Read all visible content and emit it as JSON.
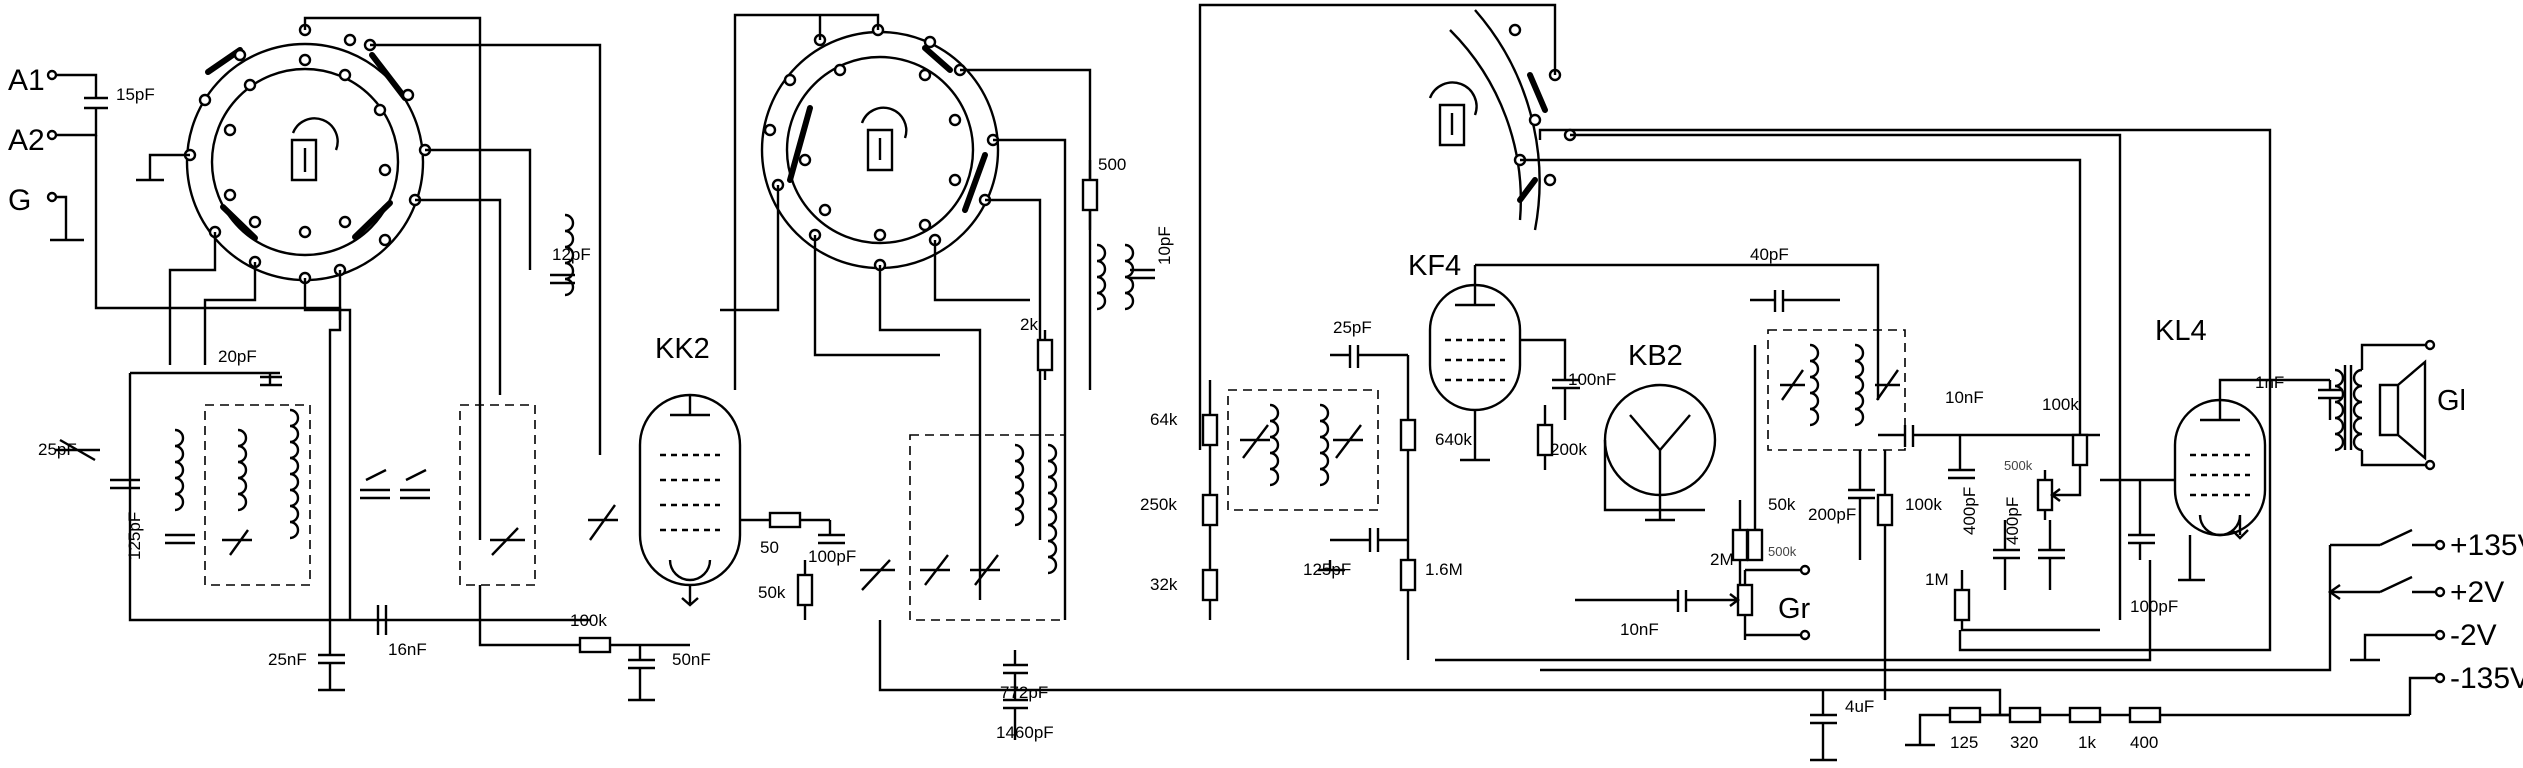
{
  "terminals": {
    "a1": "A1",
    "a2": "A2",
    "g": "G",
    "gr": "Gr",
    "gl": "Gl",
    "p135": "+135V",
    "p2": "+2V",
    "m2": "-2V",
    "m135": "-135V"
  },
  "tubes": {
    "kk2": "KK2",
    "kf4": "KF4",
    "kb2": "KB2",
    "kl4": "KL4"
  },
  "components": {
    "c_15pF": "15pF",
    "c_12pF": "12pF",
    "c_20pF": "20pF",
    "c_25pF_a": "25pF",
    "c_125pF_a": "125pF",
    "c_25nF": "25nF",
    "c_16nF": "16nF",
    "r_100k_a": "100k",
    "c_50nF": "50nF",
    "r_50": "50",
    "c_100pF_a": "100pF",
    "r_50k_a": "50k",
    "r_500": "500",
    "c_10pF": "10pF",
    "r_2k": "2k",
    "c_772pF": "772pF",
    "c_1460pF": "1460pF",
    "r_64k": "64k",
    "r_250k": "250k",
    "r_32k": "32k",
    "c_25pF_b": "25pF",
    "c_125pF_b": "125pF",
    "r_1_6M": "1.6M",
    "r_640k": "640k",
    "c_100nF": "100nF",
    "r_200k": "200k",
    "c_40pF": "40pF",
    "r_50k_b": "50k",
    "p_500k_a": "500k",
    "r_2M": "2M",
    "c_10nF_a": "10nF",
    "c_200pF": "200pF",
    "r_100k_b": "100k",
    "c_10nF_b": "10nF",
    "r_100k_c": "100k",
    "p_500k_b": "500k",
    "c_400pF_a": "400pF",
    "c_400pF_b": "400pF",
    "r_1M": "1M",
    "c_1nF": "1nF",
    "c_100pF_b": "100pF",
    "c_4uF": "4uF",
    "r_125": "125",
    "r_320": "320",
    "r_1k": "1k",
    "r_400": "400"
  }
}
